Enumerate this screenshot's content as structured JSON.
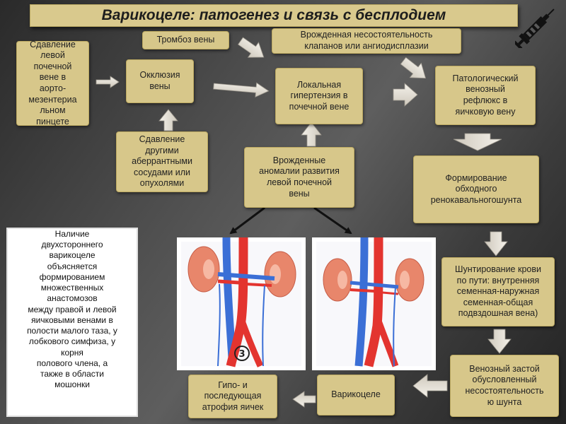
{
  "title": "Варикоцеле: патогенез  и связь с бесплодием",
  "colors": {
    "box_fill": "#d7c78a",
    "title_fill": "#d9c98d",
    "arrow_fill": "#ece8df",
    "artery": "#e3342f",
    "vein": "#3b6fd6",
    "kidney": "#e8866b"
  },
  "boxes": {
    "compression_left_renal": "Сдавление\nлевой\nпочечной\nвене в\nаорто-\nмезентериа\nльном\nпинцете",
    "vein_thrombosis": "Тромбоз вены",
    "congenital_valve": "Врожденная несостоятельность\nклапанов или ангиодисплазии",
    "vein_occlusion": "Окклюзия\nвены",
    "local_hypertension": "Локальная\nгипертензия в\nпочечной вене",
    "pathologic_reflux": "Патологический\nвенозный\nрефлюкс в\nяичковую вену",
    "compression_other": "Сдавление\nдругими\nаберрантными\nсосудами или\nопухолями",
    "congenital_anomalies": "Врожденные\nаномалии развития\nлевой почечной\nвены",
    "bypass_formation": "Формирование\nобходного\nренокавальногошунта",
    "blood_shunting": "Шунтирование крови\nпо пути: внутренняя\nсеменная-наружная\nсеменная-общая\nподвздошная вена)",
    "venous_congestion": "Венозный застой\nобусловленный\nнесостоятельность\nю шунта",
    "varicocele": "Варикоцеле",
    "atrophy": "Гипо- и\nпоследующая\nатрофия яичек"
  },
  "info_text": "Наличие\nдвухстороннего\nварикоцеле\nобъясняется\nформированием\nмножественных\nанастомозов\nмежду правой и левой\nяичковыми венами в\nполости малого таза, у\nлобкового симфиза, у\nкорня\nполового члена, а\nтакже в области\nмошонки",
  "figure_label": "3",
  "icons": [
    "syringe-icon",
    "anatomy-illustration"
  ]
}
